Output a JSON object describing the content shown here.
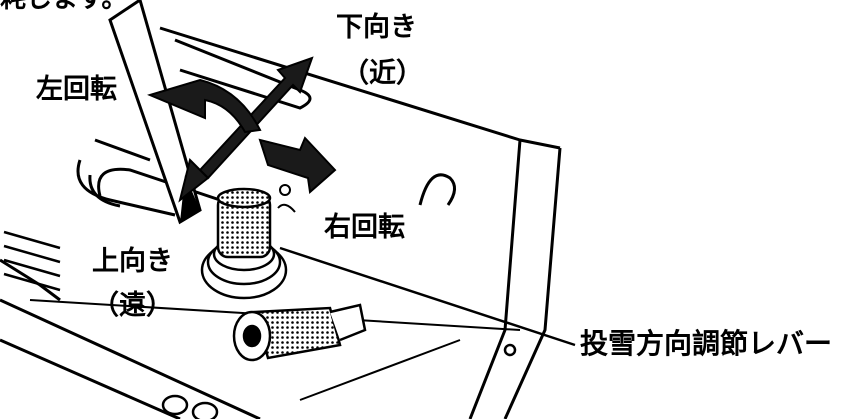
{
  "labels": {
    "top_fragment": "耗します。",
    "down": "下向き",
    "near": "（近）",
    "rotate_left": "左回転",
    "rotate_right": "右回転",
    "up": "上向き",
    "far": "（遠）",
    "lever": "投雪方向調節レバー"
  },
  "colors": {
    "ink": "#000000",
    "paper": "#ffffff",
    "shade": "#333333"
  }
}
